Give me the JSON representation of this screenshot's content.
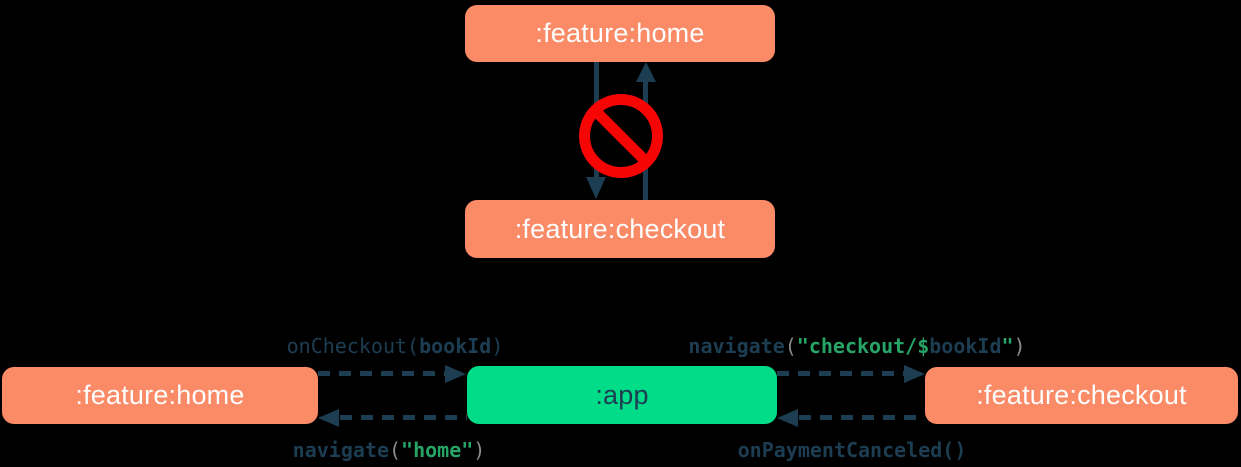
{
  "colors": {
    "background": "#000000",
    "feature-box": "#FB8A66",
    "app-box": "#00DC88",
    "navy": "#1D3D52",
    "box-text-light": "#FDFDFD",
    "code-green": "#27A567",
    "code-gray": "#8B8B8B",
    "forbidden-red": "#F70505"
  },
  "top_diagram": {
    "description": "forbidden direct dependency between feature modules",
    "nodes": [
      {
        "label": ":feature:home"
      },
      {
        "label": ":feature:checkout"
      }
    ],
    "icons": {
      "forbidden": "no-entry-icon"
    }
  },
  "bottom_diagram": {
    "description": "feature modules communicate through the app module",
    "nodes": [
      {
        "label": ":feature:home"
      },
      {
        "label": ":app"
      },
      {
        "label": ":feature:checkout"
      }
    ],
    "edges": [
      {
        "from": ":feature:home",
        "to": ":app",
        "direction": "right",
        "code": [
          {
            "text": "onCheckout(",
            "style": "navy"
          },
          {
            "text": "bookId",
            "style": "navy-bold"
          },
          {
            "text": ")",
            "style": "navy"
          }
        ]
      },
      {
        "from": ":app",
        "to": ":feature:home",
        "direction": "left",
        "code": [
          {
            "text": "navigate",
            "style": "navy-bold"
          },
          {
            "text": "(",
            "style": "gray"
          },
          {
            "text": "\"home\"",
            "style": "green-bold"
          },
          {
            "text": ")",
            "style": "gray"
          }
        ]
      },
      {
        "from": ":app",
        "to": ":feature:checkout",
        "direction": "right",
        "code": [
          {
            "text": "navigate",
            "style": "navy-bold"
          },
          {
            "text": "(",
            "style": "gray"
          },
          {
            "text": "\"checkout/$",
            "style": "green-bold"
          },
          {
            "text": "bookId",
            "style": "navy-bold"
          },
          {
            "text": "\"",
            "style": "green-bold"
          },
          {
            "text": ")",
            "style": "gray"
          }
        ]
      },
      {
        "from": ":feature:checkout",
        "to": ":app",
        "direction": "left",
        "code": [
          {
            "text": "onPaymentCanceled()",
            "style": "navy-bold"
          }
        ]
      }
    ]
  }
}
